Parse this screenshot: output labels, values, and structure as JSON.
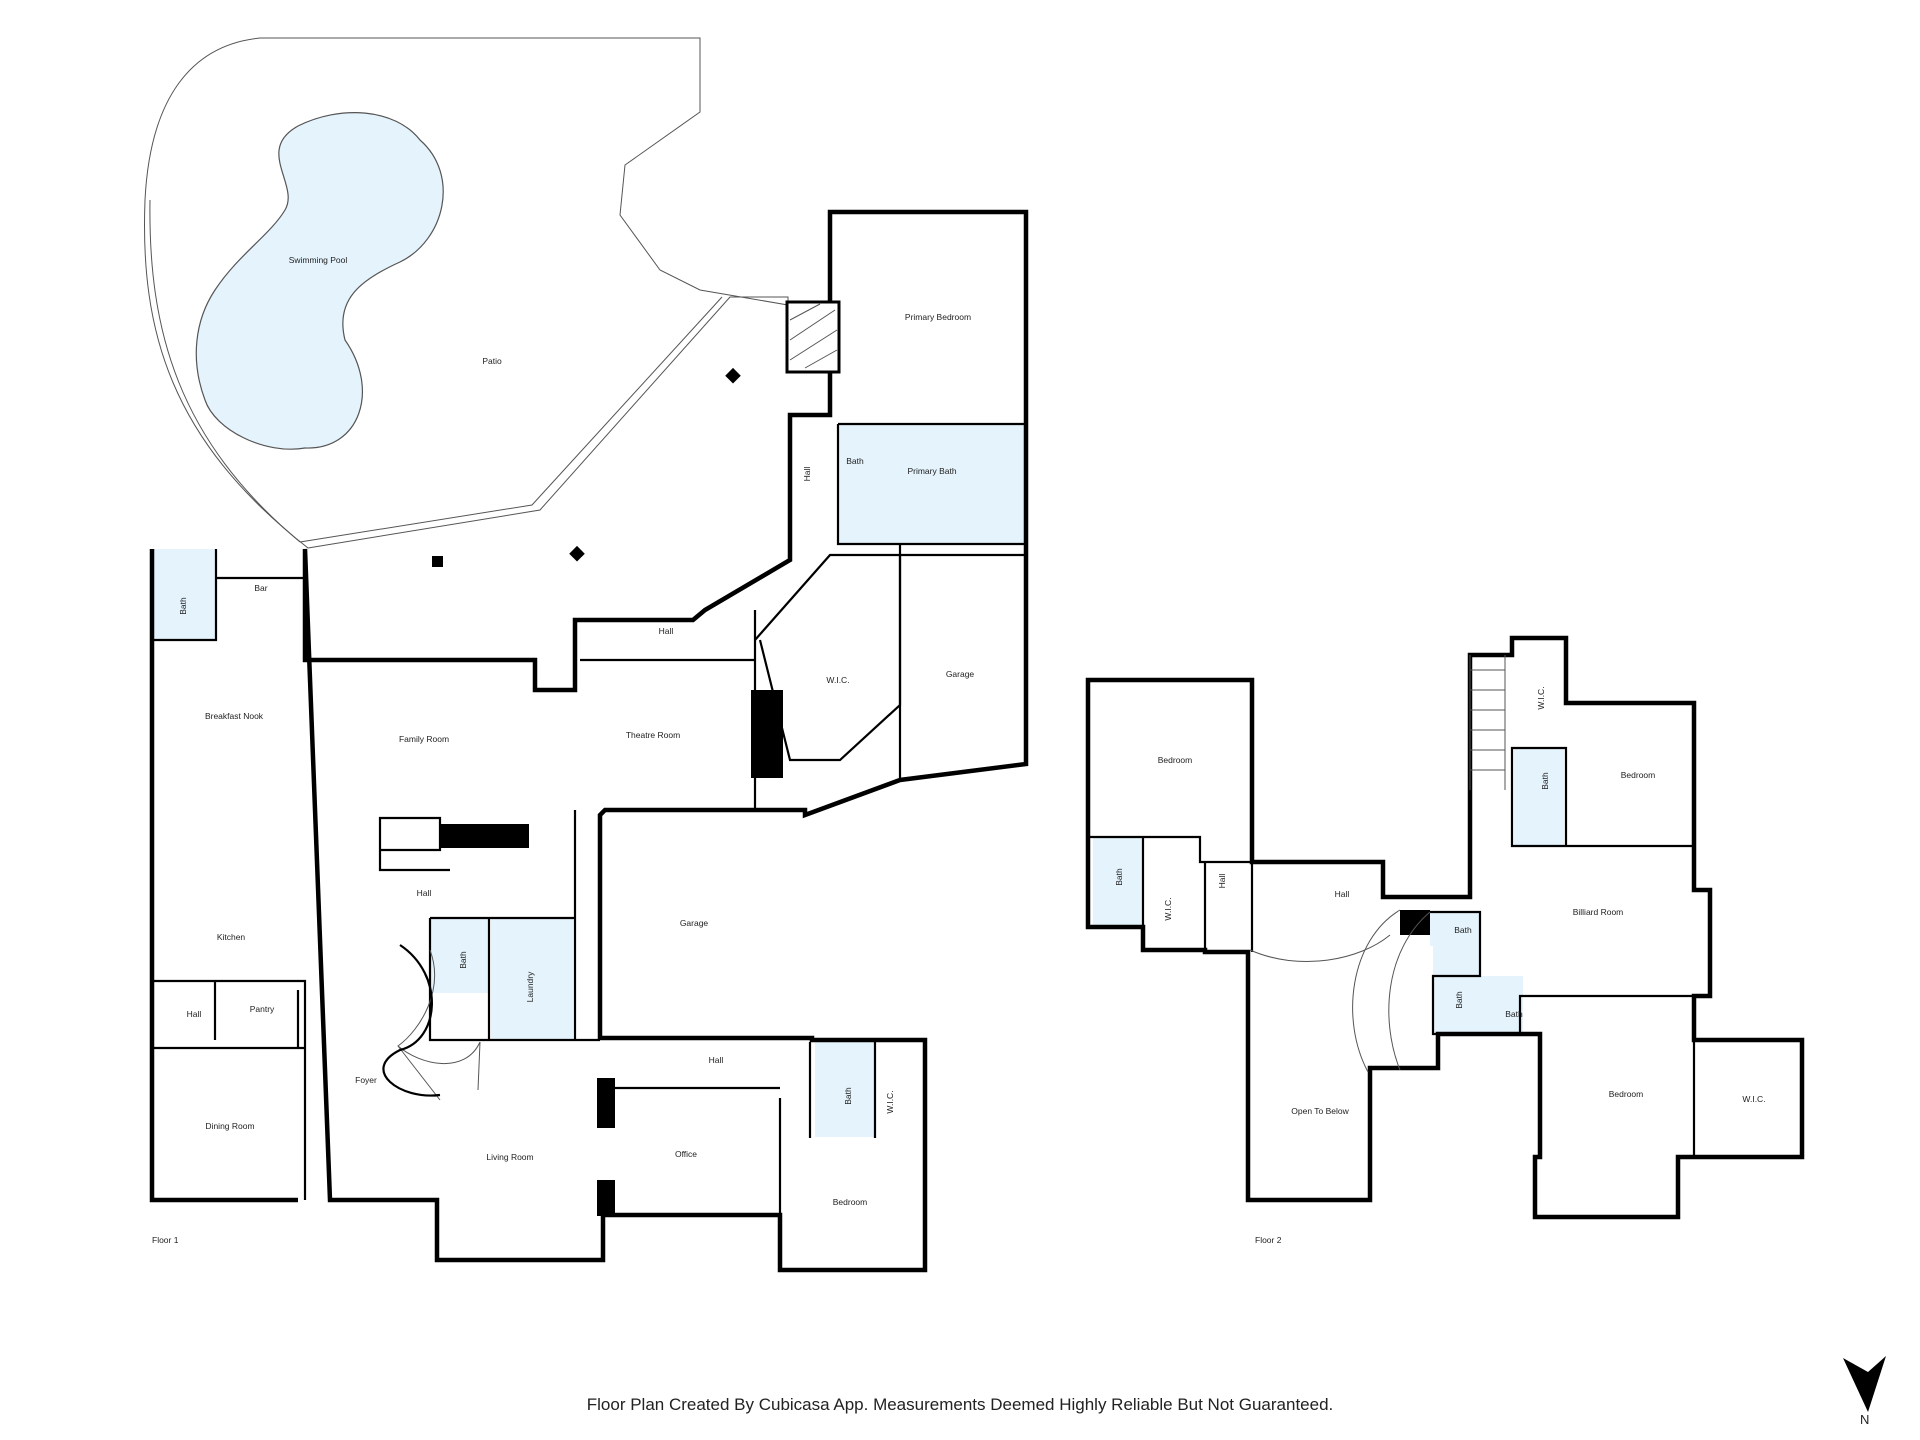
{
  "rooms": {
    "swimming_pool": "Swimming Pool",
    "patio": "Patio",
    "primary_bedroom": "Primary Bedroom",
    "primary_bath": "Primary Bath",
    "bath_primary_wc": "Bath",
    "hall_north": "Hall",
    "bar": "Bar",
    "bath_bar": "Bath",
    "hall_center": "Hall",
    "breakfast_nook": "Breakfast Nook",
    "family_room": "Family Room",
    "theatre_room": "Theatre Room",
    "wic_primary": "W.I.C.",
    "garage_upper": "Garage",
    "kitchen": "Kitchen",
    "hall_kitchen": "Hall",
    "hall_small": "Hall",
    "pantry": "Pantry",
    "bath_foyer": "Bath",
    "laundry": "Laundry",
    "garage_lower": "Garage",
    "hall_south": "Hall",
    "foyer": "Foyer",
    "dining_room": "Dining Room",
    "living_room": "Living Room",
    "office": "Office",
    "bath_guest": "Bath",
    "wic_guest": "W.I.C.",
    "bedroom_guest": "Bedroom",
    "f2_bedroom_nw": "Bedroom",
    "f2_bath_nw": "Bath",
    "f2_wic_nw": "W.I.C.",
    "f2_hall_small": "Hall",
    "f2_hall": "Hall",
    "f2_open_to_below": "Open To Below",
    "f2_wic_ne": "W.I.C.",
    "f2_bath_ne": "Bath",
    "f2_bedroom_ne": "Bedroom",
    "f2_billiard_room": "Billiard Room",
    "f2_bath_a": "Bath",
    "f2_bath_b": "Bath",
    "f2_bath_c": "Bath",
    "f2_bedroom_se": "Bedroom",
    "f2_wic_se": "W.I.C."
  },
  "floors": {
    "floor1": "Floor 1",
    "floor2": "Floor 2"
  },
  "footer": {
    "disclaimer": "Floor Plan Created By Cubicasa App. Measurements Deemed Highly Reliable But Not Guaranteed."
  },
  "compass": {
    "north_label": "N",
    "icon": "north-arrow-icon"
  },
  "colors": {
    "wall": "#000000",
    "water": "#e4f3fc",
    "wet_room_fill": "#e4f3fc",
    "background": "#ffffff"
  }
}
